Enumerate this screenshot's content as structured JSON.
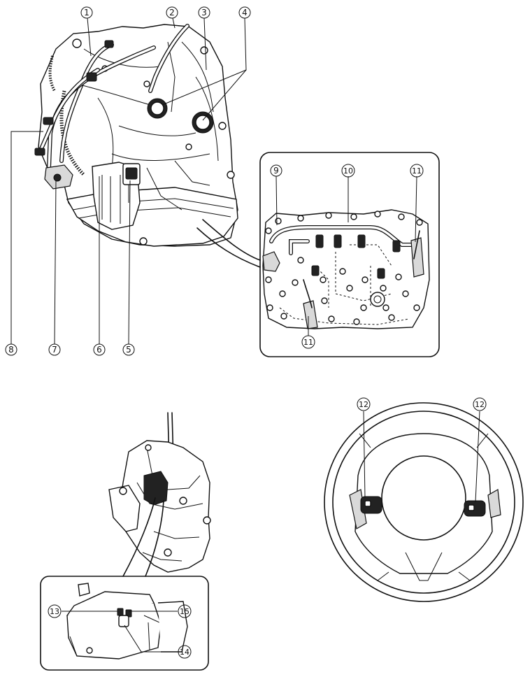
{
  "callouts": {
    "c1": "1",
    "c2": "2",
    "c3": "3",
    "c4": "4",
    "c5": "5",
    "c6": "6",
    "c7": "7",
    "c8": "8",
    "c9": "9",
    "c10": "10",
    "c11a": "11",
    "c11b": "11",
    "c12a": "12",
    "c12b": "12",
    "c13": "13",
    "c14": "14",
    "c15": "15"
  },
  "colors": {
    "ink": "#111111",
    "paper": "#ffffff",
    "shade": "#d9d9d9"
  }
}
